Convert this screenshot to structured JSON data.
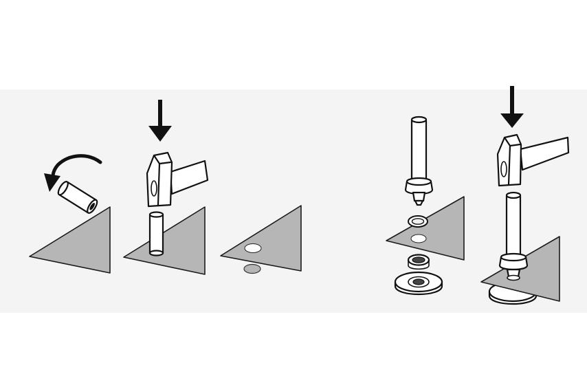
{
  "nav": {
    "prev_icon": "chevron-left-icon",
    "prev_glyph": "‹"
  },
  "diagram": {
    "kind": "grommet-setting-instructions",
    "left_group_steps": 3,
    "right_group_steps": 2,
    "colors": {
      "sheet": "#b6b6b6",
      "background_panel": "#f4f4f4",
      "ink": "#111111"
    }
  }
}
